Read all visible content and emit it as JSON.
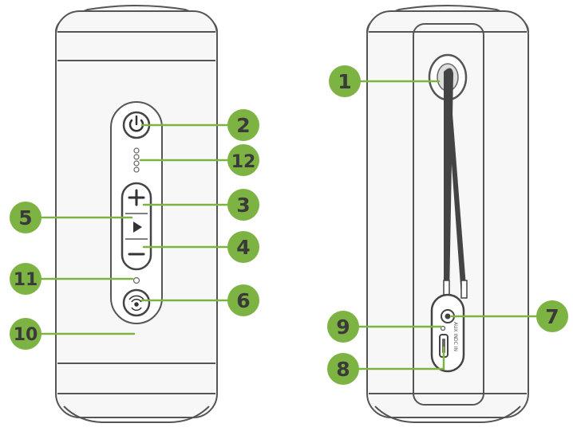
{
  "callouts": [
    {
      "id": "1",
      "label": "1"
    },
    {
      "id": "2",
      "label": "2"
    },
    {
      "id": "3",
      "label": "3"
    },
    {
      "id": "4",
      "label": "4"
    },
    {
      "id": "5",
      "label": "5"
    },
    {
      "id": "6",
      "label": "6"
    },
    {
      "id": "7",
      "label": "7"
    },
    {
      "id": "8",
      "label": "8"
    },
    {
      "id": "9",
      "label": "9"
    },
    {
      "id": "10",
      "label": "10"
    },
    {
      "id": "11",
      "label": "11"
    },
    {
      "id": "12",
      "label": "12"
    }
  ],
  "ports": {
    "aux_label": "AUX IN",
    "usb_label": "DC IN"
  },
  "colors": {
    "callout_green": "#7cb342",
    "outline": "#555555",
    "body_fill": "#f7f7f7"
  },
  "icons": {
    "power": "power-icon",
    "volume_up": "plus-icon",
    "play": "play-icon",
    "volume_down": "minus-icon",
    "pairing": "wireless-icon"
  }
}
